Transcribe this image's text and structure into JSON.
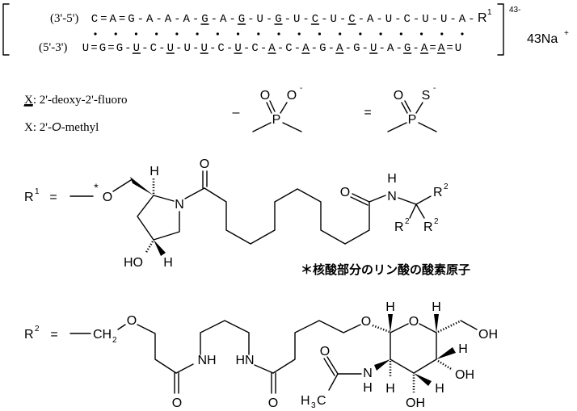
{
  "sequence": {
    "top": {
      "label": "(3'-5')",
      "bases": [
        "C",
        "A",
        "G",
        "A",
        "A",
        "A",
        "G",
        "A",
        "G",
        "U",
        "G",
        "U",
        "C",
        "U",
        "C",
        "A",
        "U",
        "C",
        "U",
        "U",
        "A"
      ],
      "links": [
        "=",
        "=",
        "-",
        "-",
        "-",
        "-",
        "-",
        "-",
        "-",
        "-",
        "-",
        "-",
        "-",
        "-",
        "-",
        "-",
        "-",
        "-",
        "-",
        "-"
      ],
      "underlined": [
        6,
        8,
        10,
        12,
        14
      ],
      "terminal_link": "-",
      "terminal": "R",
      "terminal_sup": "1"
    },
    "bottom": {
      "label": "(5'-3')",
      "bases": [
        "U",
        "G",
        "G",
        "U",
        "C",
        "U",
        "U",
        "U",
        "C",
        "U",
        "C",
        "A",
        "C",
        "A",
        "G",
        "A",
        "G",
        "U",
        "A",
        "G",
        "A",
        "A",
        "U"
      ],
      "links": [
        "=",
        "=",
        "-",
        "-",
        "-",
        "-",
        "-",
        "-",
        "-",
        "-",
        "-",
        "-",
        "-",
        "-",
        "-",
        "-",
        "-",
        "-",
        "-",
        "-",
        "=",
        "="
      ],
      "underlined": [
        3,
        5,
        7,
        9,
        11,
        13,
        15,
        17,
        19,
        20,
        21
      ]
    },
    "pair_dot_count": 19,
    "pair_dot": "•",
    "charge": "43-",
    "counterion": "43Na",
    "counterion_sup": "+",
    "bracket_left": "[",
    "bracket_right": "]"
  },
  "legend": {
    "fluoro_marker": "X",
    "fluoro_text": ": 2'-deoxy-2'-fluoro",
    "methyl_marker": "X",
    "methyl_prefix": ": 2'-",
    "methyl_italic": "O",
    "methyl_suffix": "-methyl",
    "phosphate_symbol": "–",
    "thioate_symbol": "="
  },
  "atoms": {
    "P": "P",
    "O": "O",
    "S": "S",
    "N": "N",
    "H": "H",
    "C": "C",
    "HO": "HO",
    "OH": "OH",
    "NH": "NH",
    "HN": "HN",
    "CH": "CH",
    "minus": "-",
    "two": "2",
    "three": "3",
    "star": "*"
  },
  "r1": {
    "label": "R",
    "sup": "1",
    "equals": "=",
    "substituent": "R",
    "substituent_sup": "2"
  },
  "r2": {
    "label": "R",
    "sup": "2",
    "equals": "="
  },
  "footnote": "＊核酸部分のリン酸の酸素原子"
}
